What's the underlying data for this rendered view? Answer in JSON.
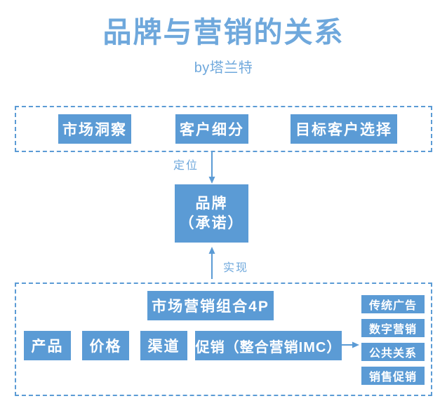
{
  "header": {
    "title": "品牌与营销的关系",
    "subtitle": "by塔兰特",
    "title_color": "#6fa8dc"
  },
  "theme": {
    "box_fill": "#5b9bd5",
    "box_text": "#ffffff",
    "dashed_border": "#5b9bd5",
    "label_color": "#6fa8dc",
    "background": "#ffffff"
  },
  "segmentation_group": {
    "boxes": [
      {
        "label": "市场洞察"
      },
      {
        "label": "客户细分"
      },
      {
        "label": "目标客户选择"
      }
    ]
  },
  "connectors": {
    "positioning": {
      "label": "定位",
      "direction": "down",
      "icon": "arrow-down-icon"
    },
    "realize": {
      "label": "实现",
      "direction": "up",
      "icon": "arrow-up-icon"
    },
    "promotion_to_imc": {
      "label": "",
      "direction": "right",
      "icon": "arrow-right-icon"
    }
  },
  "brand_box": {
    "line1": "品牌",
    "line2": "（承诺）"
  },
  "marketing_mix_group": {
    "header": "市场营销组合4P",
    "boxes": [
      {
        "label": "产品"
      },
      {
        "label": "价格"
      },
      {
        "label": "渠道"
      },
      {
        "label": "促销（整合营销IMC）"
      }
    ],
    "imc_channels": [
      {
        "label": "传统广告"
      },
      {
        "label": "数字营销"
      },
      {
        "label": "公共关系"
      },
      {
        "label": "销售促销"
      }
    ]
  }
}
